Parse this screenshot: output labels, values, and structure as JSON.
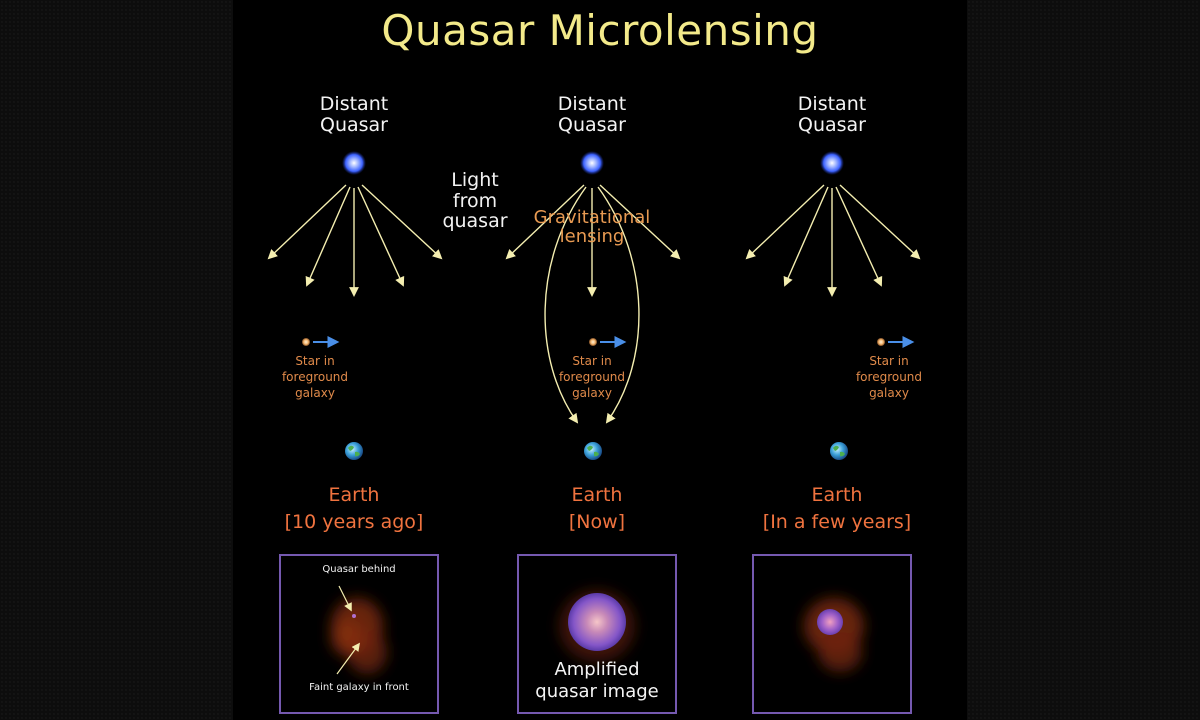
{
  "title": "Quasar Microlensing",
  "columns": [
    {
      "quasar_label": [
        "Distant",
        "Quasar"
      ],
      "star_label": [
        "Star in",
        "foreground",
        "galaxy"
      ],
      "earth_label": [
        "Earth",
        "[10 years ago]"
      ],
      "panel_notes": [
        "Quasar behind",
        "Faint galaxy in front"
      ]
    },
    {
      "quasar_label": [
        "Distant",
        "Quasar"
      ],
      "star_label": [
        "Star in",
        "foreground",
        "galaxy"
      ],
      "earth_label": [
        "Earth",
        "[Now]"
      ],
      "panel_notes": [
        "Amplified",
        "quasar image"
      ]
    },
    {
      "quasar_label": [
        "Distant",
        "Quasar"
      ],
      "star_label": [
        "Star in",
        "foreground",
        "galaxy"
      ],
      "earth_label": [
        "Earth",
        "[In a few years]"
      ],
      "panel_notes": []
    }
  ],
  "light_label": [
    "Light",
    "from",
    "quasar"
  ],
  "lensing_label": [
    "Gravitational",
    "lensing"
  ],
  "colors": {
    "title": "#f3ea8a",
    "arrows": "#f4eeb0",
    "quasar": "#5a7dff",
    "star": "#f0b878",
    "star_motion_arrow": "#4a8fe8",
    "earth_labels": "#f0733f",
    "panel_border": "#7559b0"
  },
  "icons": [
    "quasar-icon",
    "star-icon",
    "earth-icon"
  ]
}
